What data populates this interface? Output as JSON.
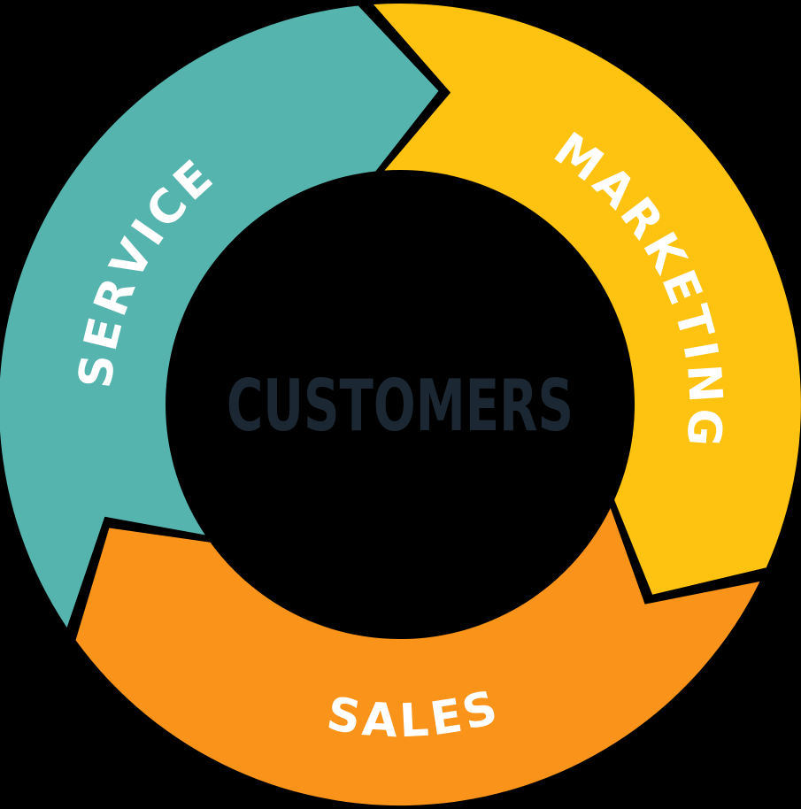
{
  "flywheel": {
    "center_label": "CUSTOMERS",
    "center_label_color": "#1B2733",
    "label_color": "#FFFFFF",
    "background_color": "#000000",
    "flow_direction": "clockwise",
    "segments": [
      {
        "id": "marketing",
        "label": "MARKETING",
        "color": "#FEC211",
        "position": "right"
      },
      {
        "id": "sales",
        "label": "SALES",
        "color": "#F9931A",
        "position": "bottom"
      },
      {
        "id": "service",
        "label": "SERVICE",
        "color": "#56B4AE",
        "position": "left"
      }
    ]
  }
}
